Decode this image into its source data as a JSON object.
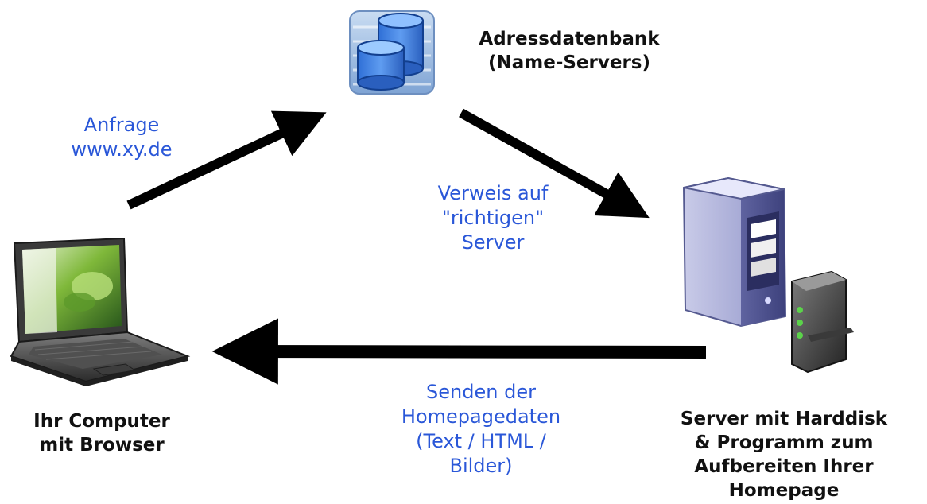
{
  "nodes": {
    "database": {
      "icon": "database-icon",
      "line1": "Adressdatenbank",
      "line2": "(Name-Servers)"
    },
    "computer": {
      "icon": "laptop-icon",
      "line1": "Ihr Computer",
      "line2": "mit Browser"
    },
    "server": {
      "icon": "server-icon",
      "line1": "Server mit Harddisk",
      "line2": "& Programm zum",
      "line3": "Aufbereiten Ihrer",
      "line4": "Homepage"
    }
  },
  "edges": {
    "request": {
      "line1": "Anfrage",
      "line2": "www.xy.de"
    },
    "referral": {
      "line1": "Verweis auf",
      "line2": "\"richtigen\"",
      "line3": "Server"
    },
    "response": {
      "line1": "Senden der",
      "line2": "Homepagedaten",
      "line3": "(Text / HTML /",
      "line4": "Bilder)"
    }
  },
  "colors": {
    "edge_label": "#2a57d8",
    "node_label": "#111111",
    "arrow": "#000000"
  }
}
